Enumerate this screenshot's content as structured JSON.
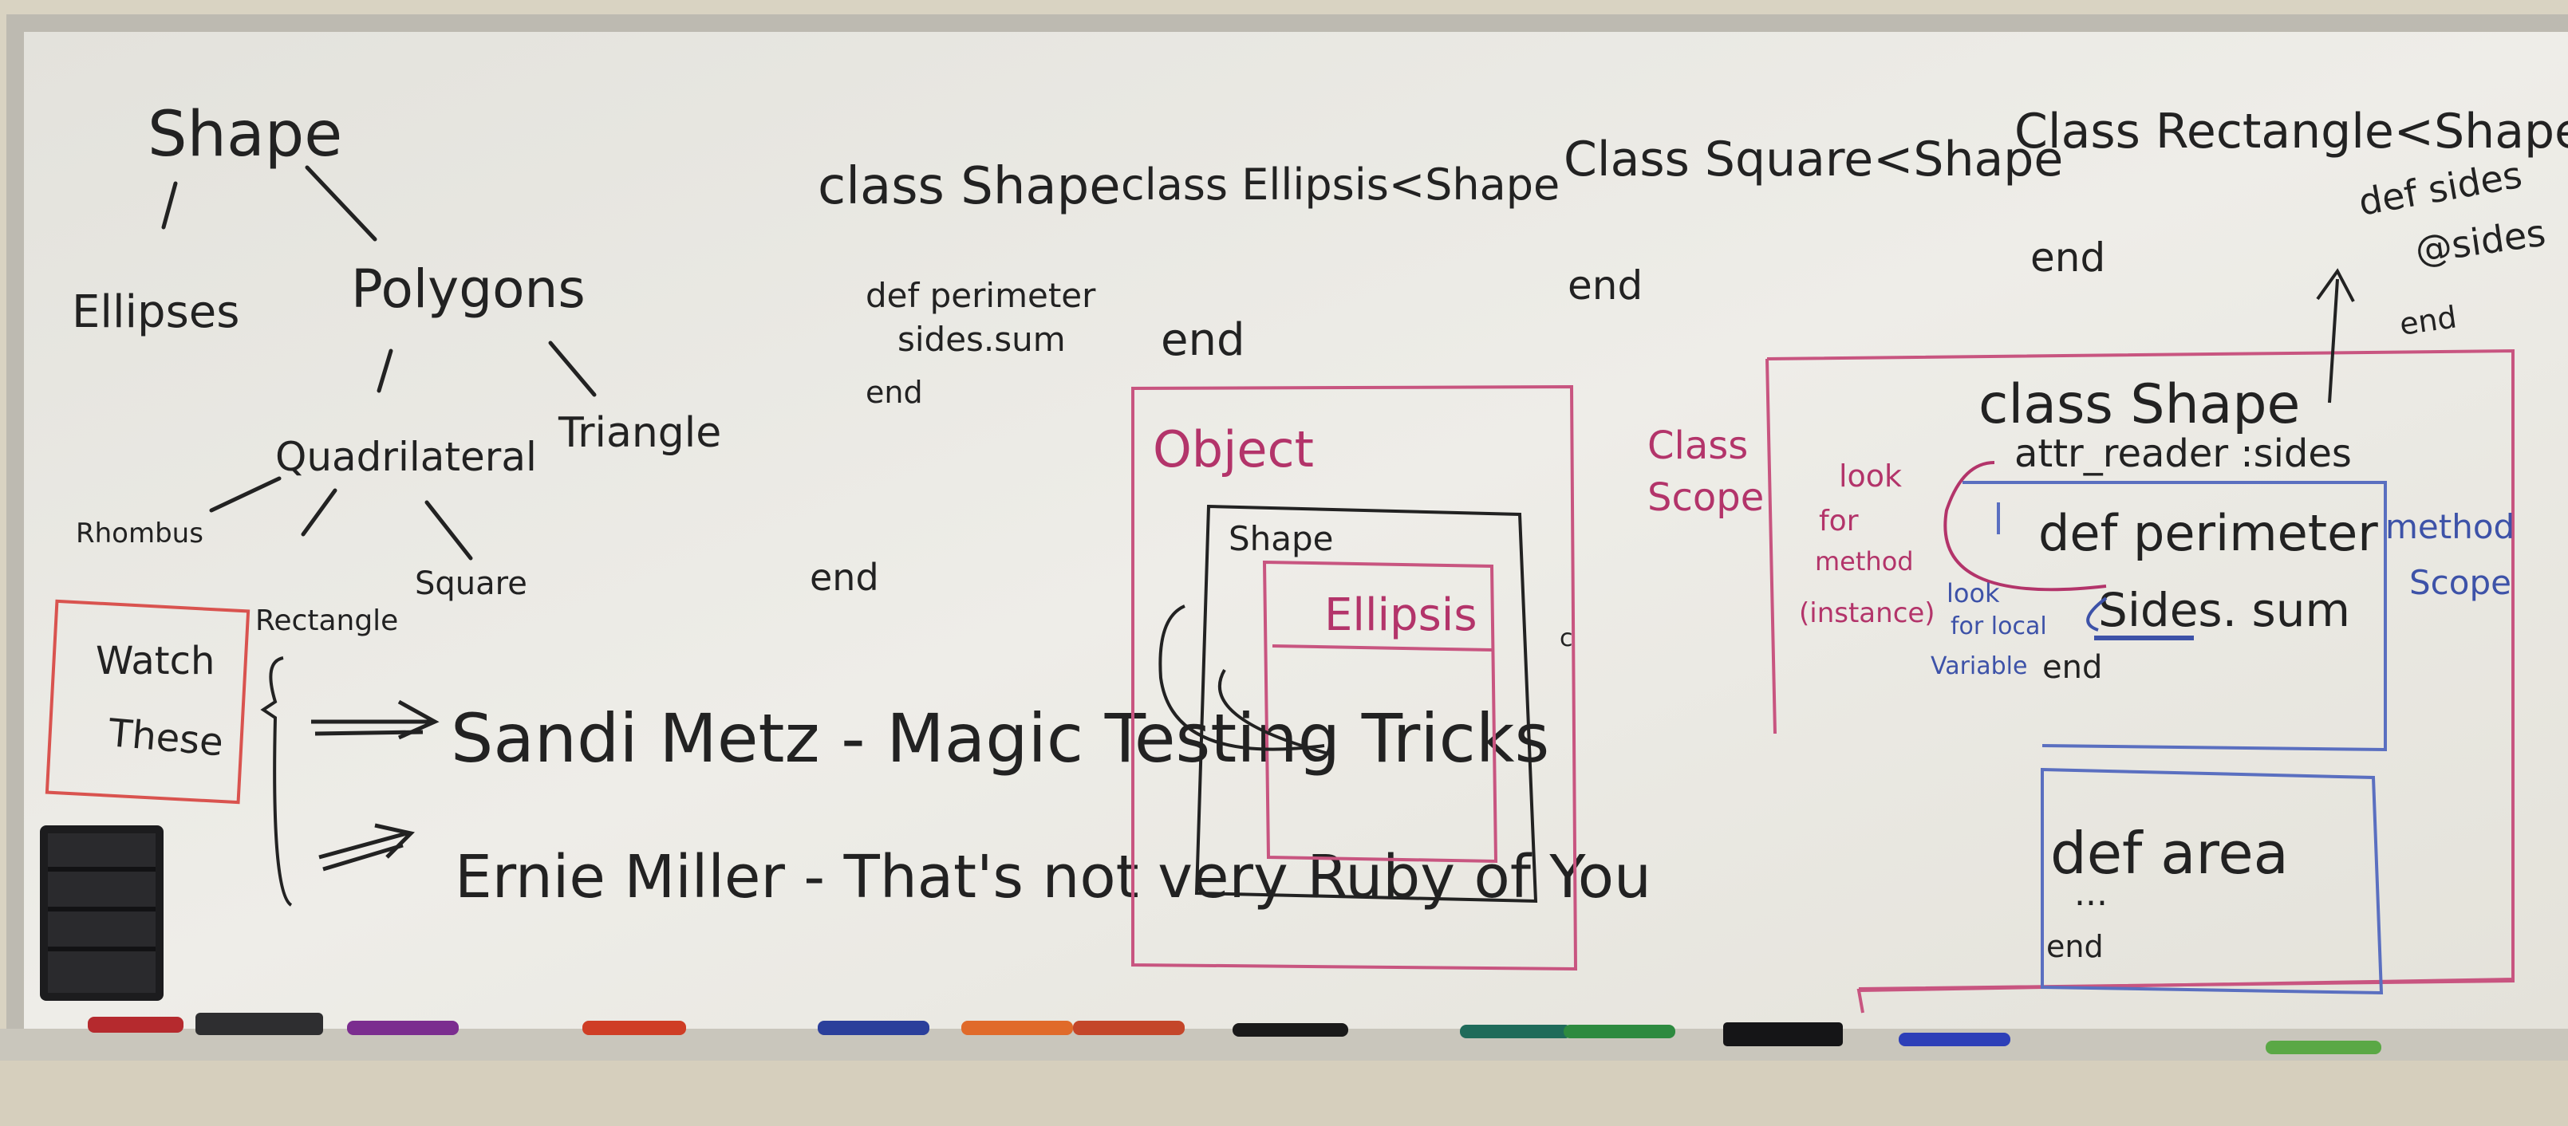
{
  "tree": {
    "root": "Shape",
    "ellipses": "Ellipses",
    "polygons": "Polygons",
    "quadrilateral": "Quadrilateral",
    "triangle": "Triangle",
    "rhombus": "Rhombus",
    "rectangle": "Rectangle",
    "square": "Square"
  },
  "classes": {
    "shape": "class Shape",
    "ellipsis": "class Ellipsis<Shape",
    "square": "Class Square<Shape",
    "rectangle": "Class Rectangle<Shape"
  },
  "shape_body": {
    "def": "def perimeter",
    "sum": "sides.sum",
    "end1": "end",
    "end2": "end"
  },
  "ends": {
    "ellipsis": "end",
    "square": "end",
    "rectangle": "end"
  },
  "rect_def": {
    "def": "def sides",
    "ivar": "@sides",
    "end": "end"
  },
  "watch": {
    "label1": "Watch",
    "label2": "These",
    "item1": "Sandi Metz - Magic Testing Tricks",
    "item2": "Ernie Miller - That's not very Ruby of You"
  },
  "nesting": {
    "object": "Object",
    "shape": "Shape",
    "ellipsis": "Ellipsis",
    "dot": "c"
  },
  "class_scope": {
    "line1": "Class",
    "line2": "Scope"
  },
  "scope_diagram": {
    "class_line": "class Shape",
    "attr": "attr_reader :sides",
    "look1": "look",
    "look2": "for",
    "look3": "method",
    "look4": "(instance)",
    "local1": "look",
    "local2": "for local",
    "local3": "Variable",
    "def": "def perimeter",
    "sum": "Sides. sum",
    "end": "end",
    "method1": "method",
    "method2": "Scope",
    "area": "def area",
    "dots": "...",
    "area_end": "end"
  },
  "colors": {
    "board": "#e9e8e3",
    "frame": "#b9b6ad",
    "wall": "#d9d3c2",
    "ink_black": "#222222",
    "ink_magenta": "#b3346a",
    "ink_blue": "#3d52a8"
  }
}
